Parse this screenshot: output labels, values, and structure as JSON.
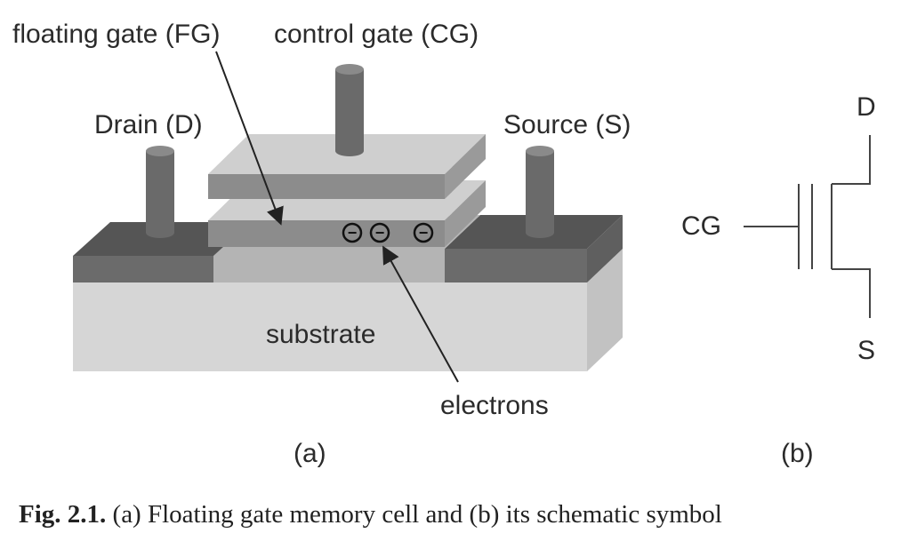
{
  "diagram": {
    "part_a": {
      "labels": {
        "floating_gate": "floating gate (FG)",
        "control_gate": "control gate (CG)",
        "drain": "Drain (D)",
        "source": "Source (S)",
        "substrate": "substrate",
        "electrons": "electrons"
      },
      "electron_symbol": "−",
      "electron_count": 3,
      "panel_label": "(a)"
    },
    "part_b": {
      "labels": {
        "gate": "CG",
        "drain": "D",
        "source": "S"
      },
      "panel_label": "(b)"
    },
    "caption": {
      "number": "Fig. 2.1.",
      "text": " (a) Floating gate memory cell and (b) its schematic symbol"
    },
    "colors": {
      "substrate_front": "#d6d6d6",
      "substrate_side": "#c2c2c2",
      "substrate_top": "#bdbdbd",
      "diffusion_top": "#555555",
      "diffusion_front": "#6b6b6b",
      "gate_top": "#cfcfcf",
      "gate_front": "#8c8c8c",
      "contact": "#6a6a6a",
      "line": "#333333"
    }
  }
}
